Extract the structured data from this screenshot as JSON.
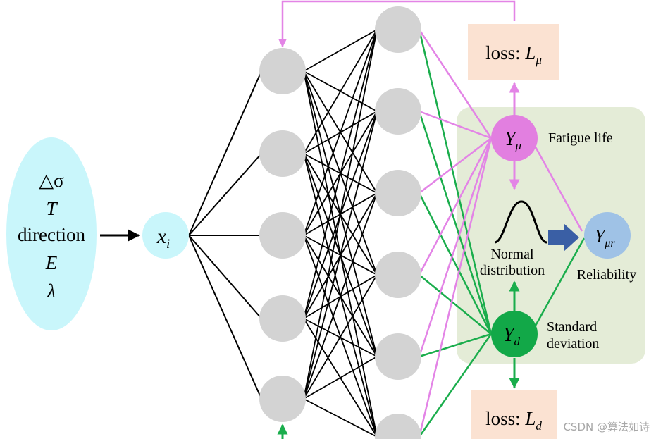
{
  "input_block": {
    "lines": [
      "△σ",
      "T",
      "direction",
      "E",
      "λ"
    ]
  },
  "input_node": {
    "symbol": "x",
    "subscript": "i"
  },
  "outputs": {
    "mean": {
      "symbol": "Y",
      "subscript": "μ",
      "caption": "Fatigue life"
    },
    "std": {
      "symbol": "Y",
      "subscript": "d",
      "caption_lines": [
        "Standard",
        "deviation"
      ]
    },
    "reliability": {
      "symbol": "Y",
      "subscript": "μr",
      "caption": "Reliability"
    }
  },
  "normal_distribution": {
    "lines": [
      "Normal",
      "distribution"
    ]
  },
  "loss_mean": {
    "prefix": "loss: ",
    "symbol": "L",
    "subscript": "μ"
  },
  "loss_std": {
    "prefix": "loss: ",
    "symbol": "L",
    "subscript": "d"
  },
  "watermark": "CSDN @算法如诗",
  "colors": {
    "input_fill": "#c9f6fb",
    "hidden_node": "#d3d3d3",
    "panel_fill": "#e4ecd7",
    "loss_fill": "#fbe2d2",
    "mean_node": "#e27fe0",
    "mean_line": "#e384e6",
    "std_node": "#12a848",
    "std_line": "#1aad4c",
    "reliability_node": "#9fc2e6",
    "arrow_blue": "#3a5fa5"
  }
}
